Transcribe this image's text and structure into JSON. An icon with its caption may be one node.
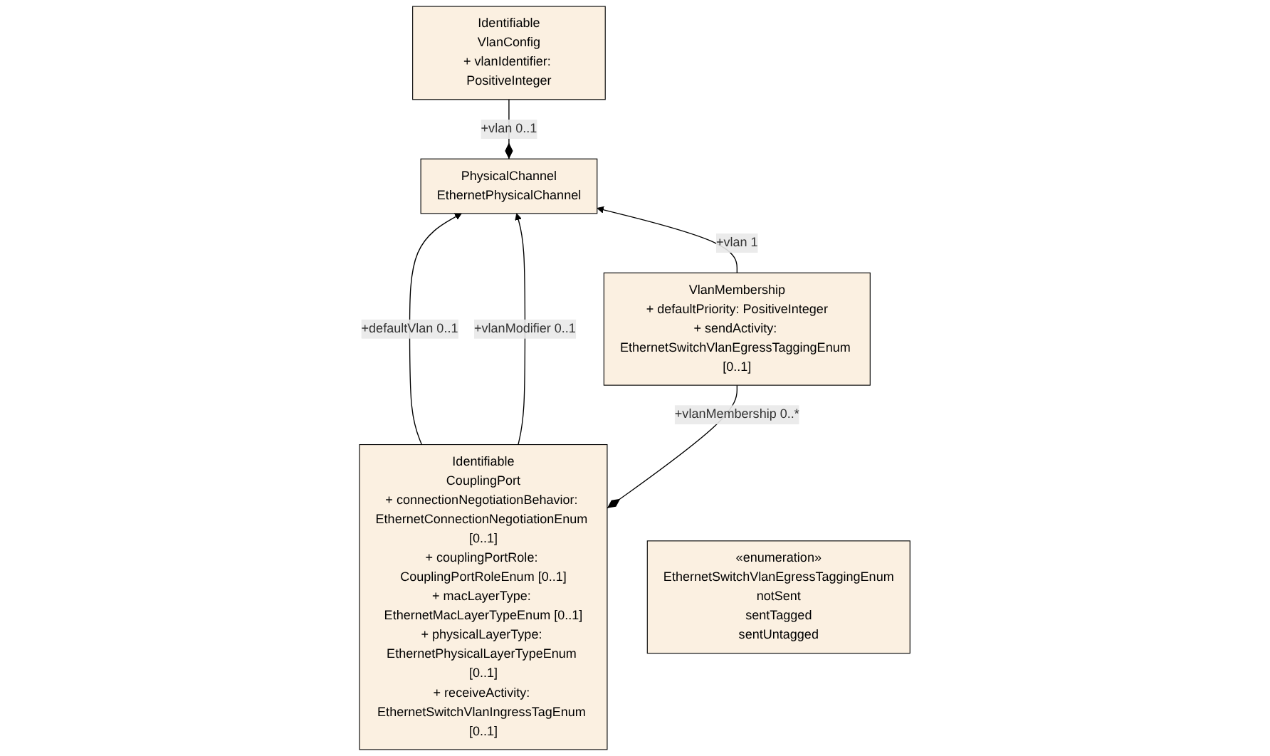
{
  "diagram": {
    "nodes": [
      {
        "text": [
          "PhysicalChannel",
          "EthernetPhysicalChannel"
        ]
      },
      {
        "text": [
          "Identifiable",
          "VlanConfig",
          "+ vlanIdentifier: PositiveInteger"
        ]
      },
      {
        "text": [
          "VlanMembership",
          "+ defaultPriority: PositiveInteger",
          "+ sendActivity: EthernetSwitchVlanEgressTaggingEnum [0..1]"
        ]
      },
      {
        "text": [
          "Identifiable",
          "CouplingPort",
          "+ connectionNegotiationBehavior: EthernetConnectionNegotiationEnum [0..1]",
          "+ couplingPortRole: CouplingPortRoleEnum [0..1]",
          "+ macLayerType: EthernetMacLayerTypeEnum [0..1]",
          "+ physicalLayerType: EthernetPhysicalLayerTypeEnum [0..1]",
          "+ receiveActivity: EthernetSwitchVlanIngressTagEnum [0..1]"
        ]
      },
      {
        "text": [
          "«enumeration»",
          "EthernetSwitchVlanEgressTaggingEnum",
          "notSent",
          "sentTagged",
          "sentUntagged"
        ]
      }
    ],
    "edges": [
      {
        "from": 0,
        "to": 1,
        "arrow": "other",
        "label": "+vlan 0..1"
      },
      {
        "from": 3,
        "to": 0,
        "arrow": "to",
        "label": "+defaultVlan 0..1"
      },
      {
        "from": 3,
        "to": 0,
        "arrow": "to",
        "label": "+vlanModifier 0..1"
      },
      {
        "from": 2,
        "to": 0,
        "arrow": "to",
        "label": "+vlan 1"
      },
      {
        "from": 3,
        "to": 2,
        "arrow": "other",
        "label": "+vlanMembership 0..*"
      }
    ]
  }
}
